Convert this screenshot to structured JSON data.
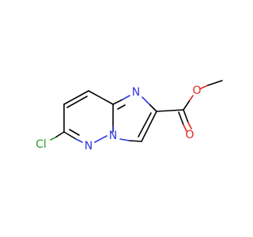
{
  "structure": {
    "atoms": {
      "chlorine": {
        "text": "Cl",
        "color": "#2a9a2a"
      },
      "nitrogen_pyridazine": {
        "text": "N",
        "color": "#2f37e0"
      },
      "nitrogen_bridge": {
        "text": "N",
        "color": "#2f37e0"
      },
      "nitrogen_imidazole": {
        "text": "N",
        "color": "#2f37e0"
      },
      "oxygen_ester": {
        "text": "O",
        "color": "#e0281d"
      },
      "oxygen_carbonyl": {
        "text": "O",
        "color": "#e0281d"
      }
    },
    "bond_color": "#000000"
  }
}
